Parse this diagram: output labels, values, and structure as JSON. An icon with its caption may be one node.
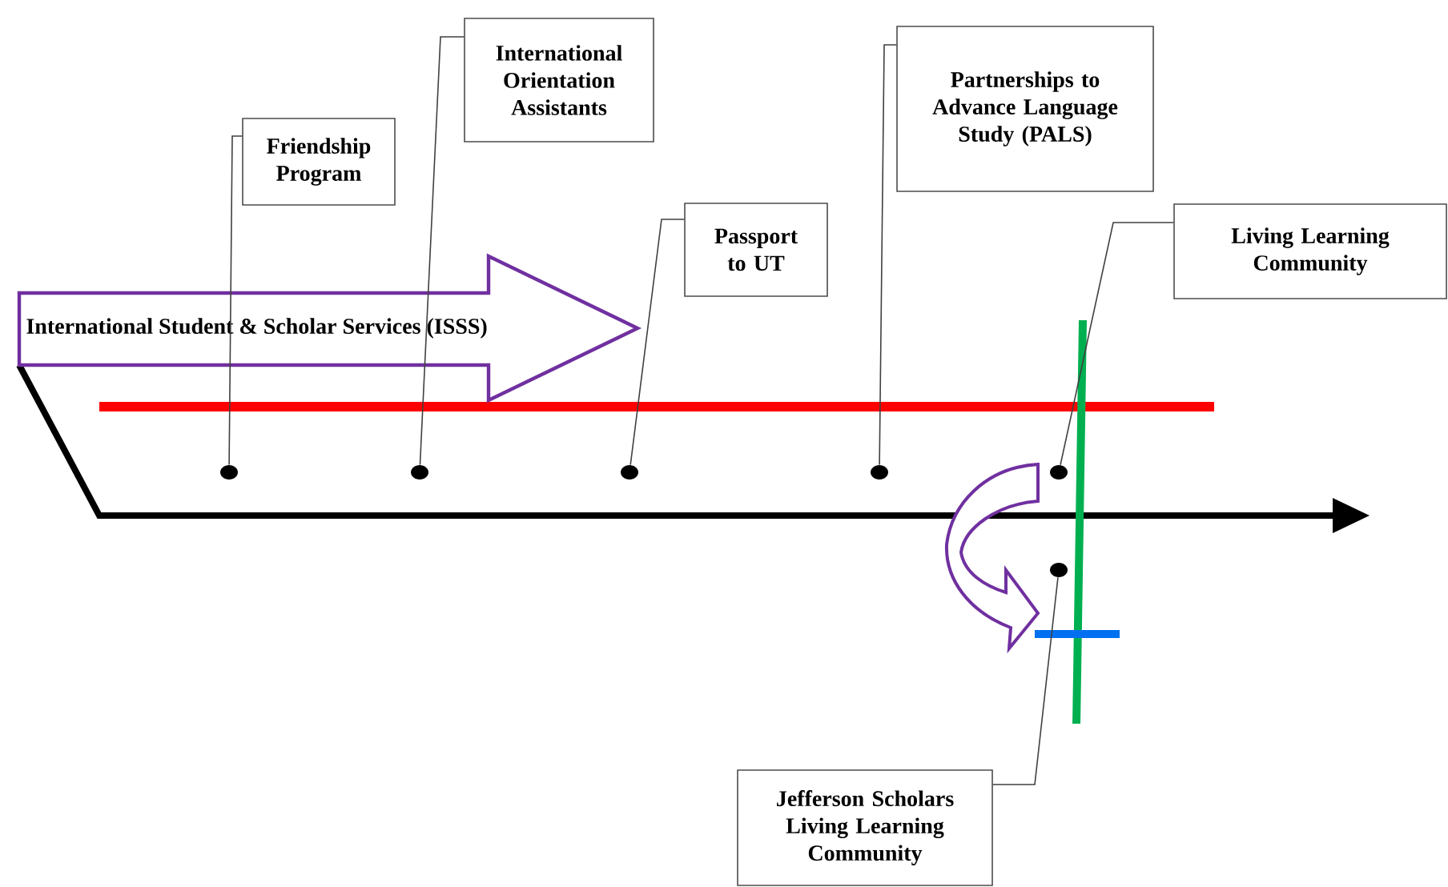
{
  "diagram": {
    "nodes": [
      {
        "text": [
          "International Student & Scholar Services (ISSS)"
        ]
      },
      {
        "text": [
          "Friendship Program"
        ]
      },
      {
        "text": [
          "International Orientation Assistants"
        ]
      },
      {
        "text": [
          "Passport to UT"
        ]
      },
      {
        "text": [
          "Partnerships to Advance Language Study (PALS)"
        ]
      },
      {
        "text": [
          "Living Learning Community"
        ]
      },
      {
        "text": [
          "Jefferson Scholars Living Learning Community"
        ]
      },
      {
        "text": [],
        "shape": "circle"
      },
      {
        "text": [],
        "shape": "circle"
      },
      {
        "text": [],
        "shape": "circle"
      },
      {
        "text": [],
        "shape": "circle"
      },
      {
        "text": [],
        "shape": "circle"
      },
      {
        "text": [],
        "shape": "circle"
      }
    ],
    "edges": [
      {
        "from": 1,
        "to": 7,
        "arrow": "none"
      },
      {
        "from": 2,
        "to": 8,
        "arrow": "none"
      },
      {
        "from": 3,
        "to": 9,
        "arrow": "none"
      },
      {
        "from": 4,
        "to": 10,
        "arrow": "none"
      },
      {
        "from": 5,
        "to": 11,
        "arrow": "none"
      },
      {
        "from": 6,
        "to": 12,
        "arrow": "none"
      }
    ]
  }
}
